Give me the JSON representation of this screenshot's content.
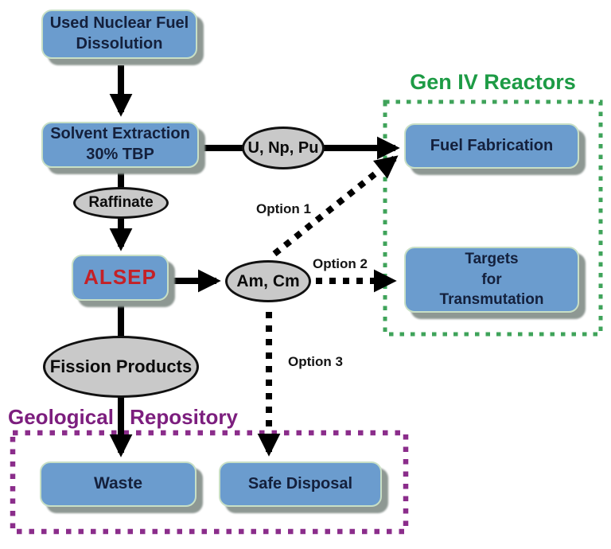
{
  "diagram": {
    "groups": {
      "gen_iv": {
        "title": "Gen IV Reactors",
        "title_color": "#1d9b45",
        "border_color": "#3fa35a"
      },
      "geological": {
        "title": "Geological Repository",
        "title_color": "#7c1e7e",
        "border_color": "#8b2d8b"
      }
    },
    "nodes": {
      "used_fuel": {
        "lines": [
          "Used Nuclear Fuel",
          "Dissolution"
        ]
      },
      "solvent_extraction": {
        "lines": [
          "Solvent Extraction",
          "30% TBP"
        ]
      },
      "alsep": {
        "label": "ALSEP",
        "text_color": "#c42127"
      },
      "fuel_fabrication": {
        "label": "Fuel Fabrication"
      },
      "targets_for_transmutation": {
        "lines": [
          "Targets",
          "for",
          "Transmutation"
        ]
      },
      "waste": {
        "label": "Waste"
      },
      "safe_disposal": {
        "label": "Safe Disposal"
      }
    },
    "stream_labels": {
      "raffinate": {
        "label": "Raffinate"
      },
      "u_np_pu": {
        "label": "U, Np, Pu"
      },
      "am_cm": {
        "label": "Am, Cm"
      },
      "fission_products": {
        "label": "Fission Products"
      }
    },
    "edge_labels": {
      "option1": "Option 1",
      "option2": "Option 2",
      "option3": "Option 3"
    },
    "colors": {
      "box_fill": "#6b9cce",
      "box_border": "#c8dfc5",
      "box_text": "#14203c",
      "box_shadow": "#8e9893",
      "ellipse_fill": "#c9c9c9",
      "ellipse_border": "#111111",
      "arrow": "#000000",
      "background": "#ffffff"
    }
  }
}
